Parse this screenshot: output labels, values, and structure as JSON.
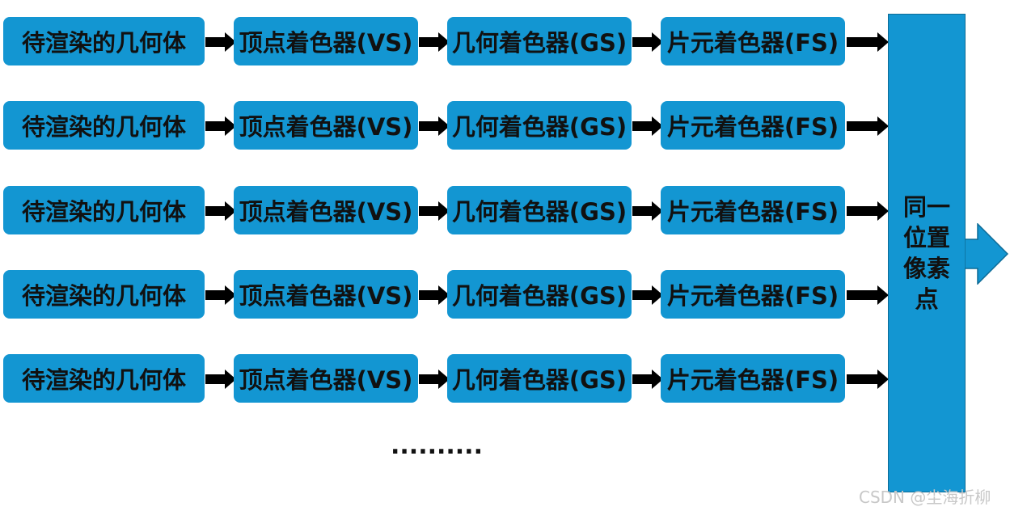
{
  "rows": [
    {
      "geometry": "待渲染的几何体",
      "vs": "顶点着色器(VS)",
      "gs": "几何着色器(GS)",
      "fs": "片元着色器(FS)"
    },
    {
      "geometry": "待渲染的几何体",
      "vs": "顶点着色器(VS)",
      "gs": "几何着色器(GS)",
      "fs": "片元着色器(FS)"
    },
    {
      "geometry": "待渲染的几何体",
      "vs": "顶点着色器(VS)",
      "gs": "几何着色器(GS)",
      "fs": "片元着色器(FS)"
    },
    {
      "geometry": "待渲染的几何体",
      "vs": "顶点着色器(VS)",
      "gs": "几何着色器(GS)",
      "fs": "片元着色器(FS)"
    },
    {
      "geometry": "待渲染的几何体",
      "vs": "顶点着色器(VS)",
      "gs": "几何着色器(GS)",
      "fs": "片元着色器(FS)"
    }
  ],
  "ellipsis": "..........",
  "merge_label": "同一位置像素点",
  "watermark": "CSDN @尘海折柳",
  "colors": {
    "box_fill": "#1396d2",
    "box_border": "#0d6b96",
    "arrow": "#000000",
    "text": "#111111"
  },
  "icons": {
    "flow_arrow": "right-arrow-icon",
    "output_arrow": "output-arrow-icon"
  }
}
